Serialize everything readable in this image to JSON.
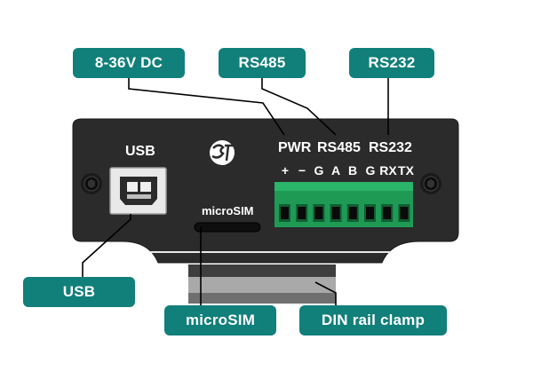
{
  "callouts": {
    "dc": "8-36V DC",
    "rs485": "RS485",
    "rs232": "RS232",
    "usb": "USB",
    "microsim": "microSIM",
    "din": "DIN rail clamp"
  },
  "device": {
    "usb_label": "USB",
    "microsim_label": "microSIM",
    "pwr_label": "PWR",
    "rs485_label": "RS485",
    "rs232_label": "RS232",
    "terminals": [
      "+",
      "−",
      "G",
      "A",
      "B",
      "G",
      "RX",
      "TX"
    ],
    "logo_text": "3T"
  },
  "colors": {
    "callout": "#117f7a",
    "panel": "#2b2b2b",
    "terminal_block": "#1f9a55",
    "slot": "#111111"
  }
}
